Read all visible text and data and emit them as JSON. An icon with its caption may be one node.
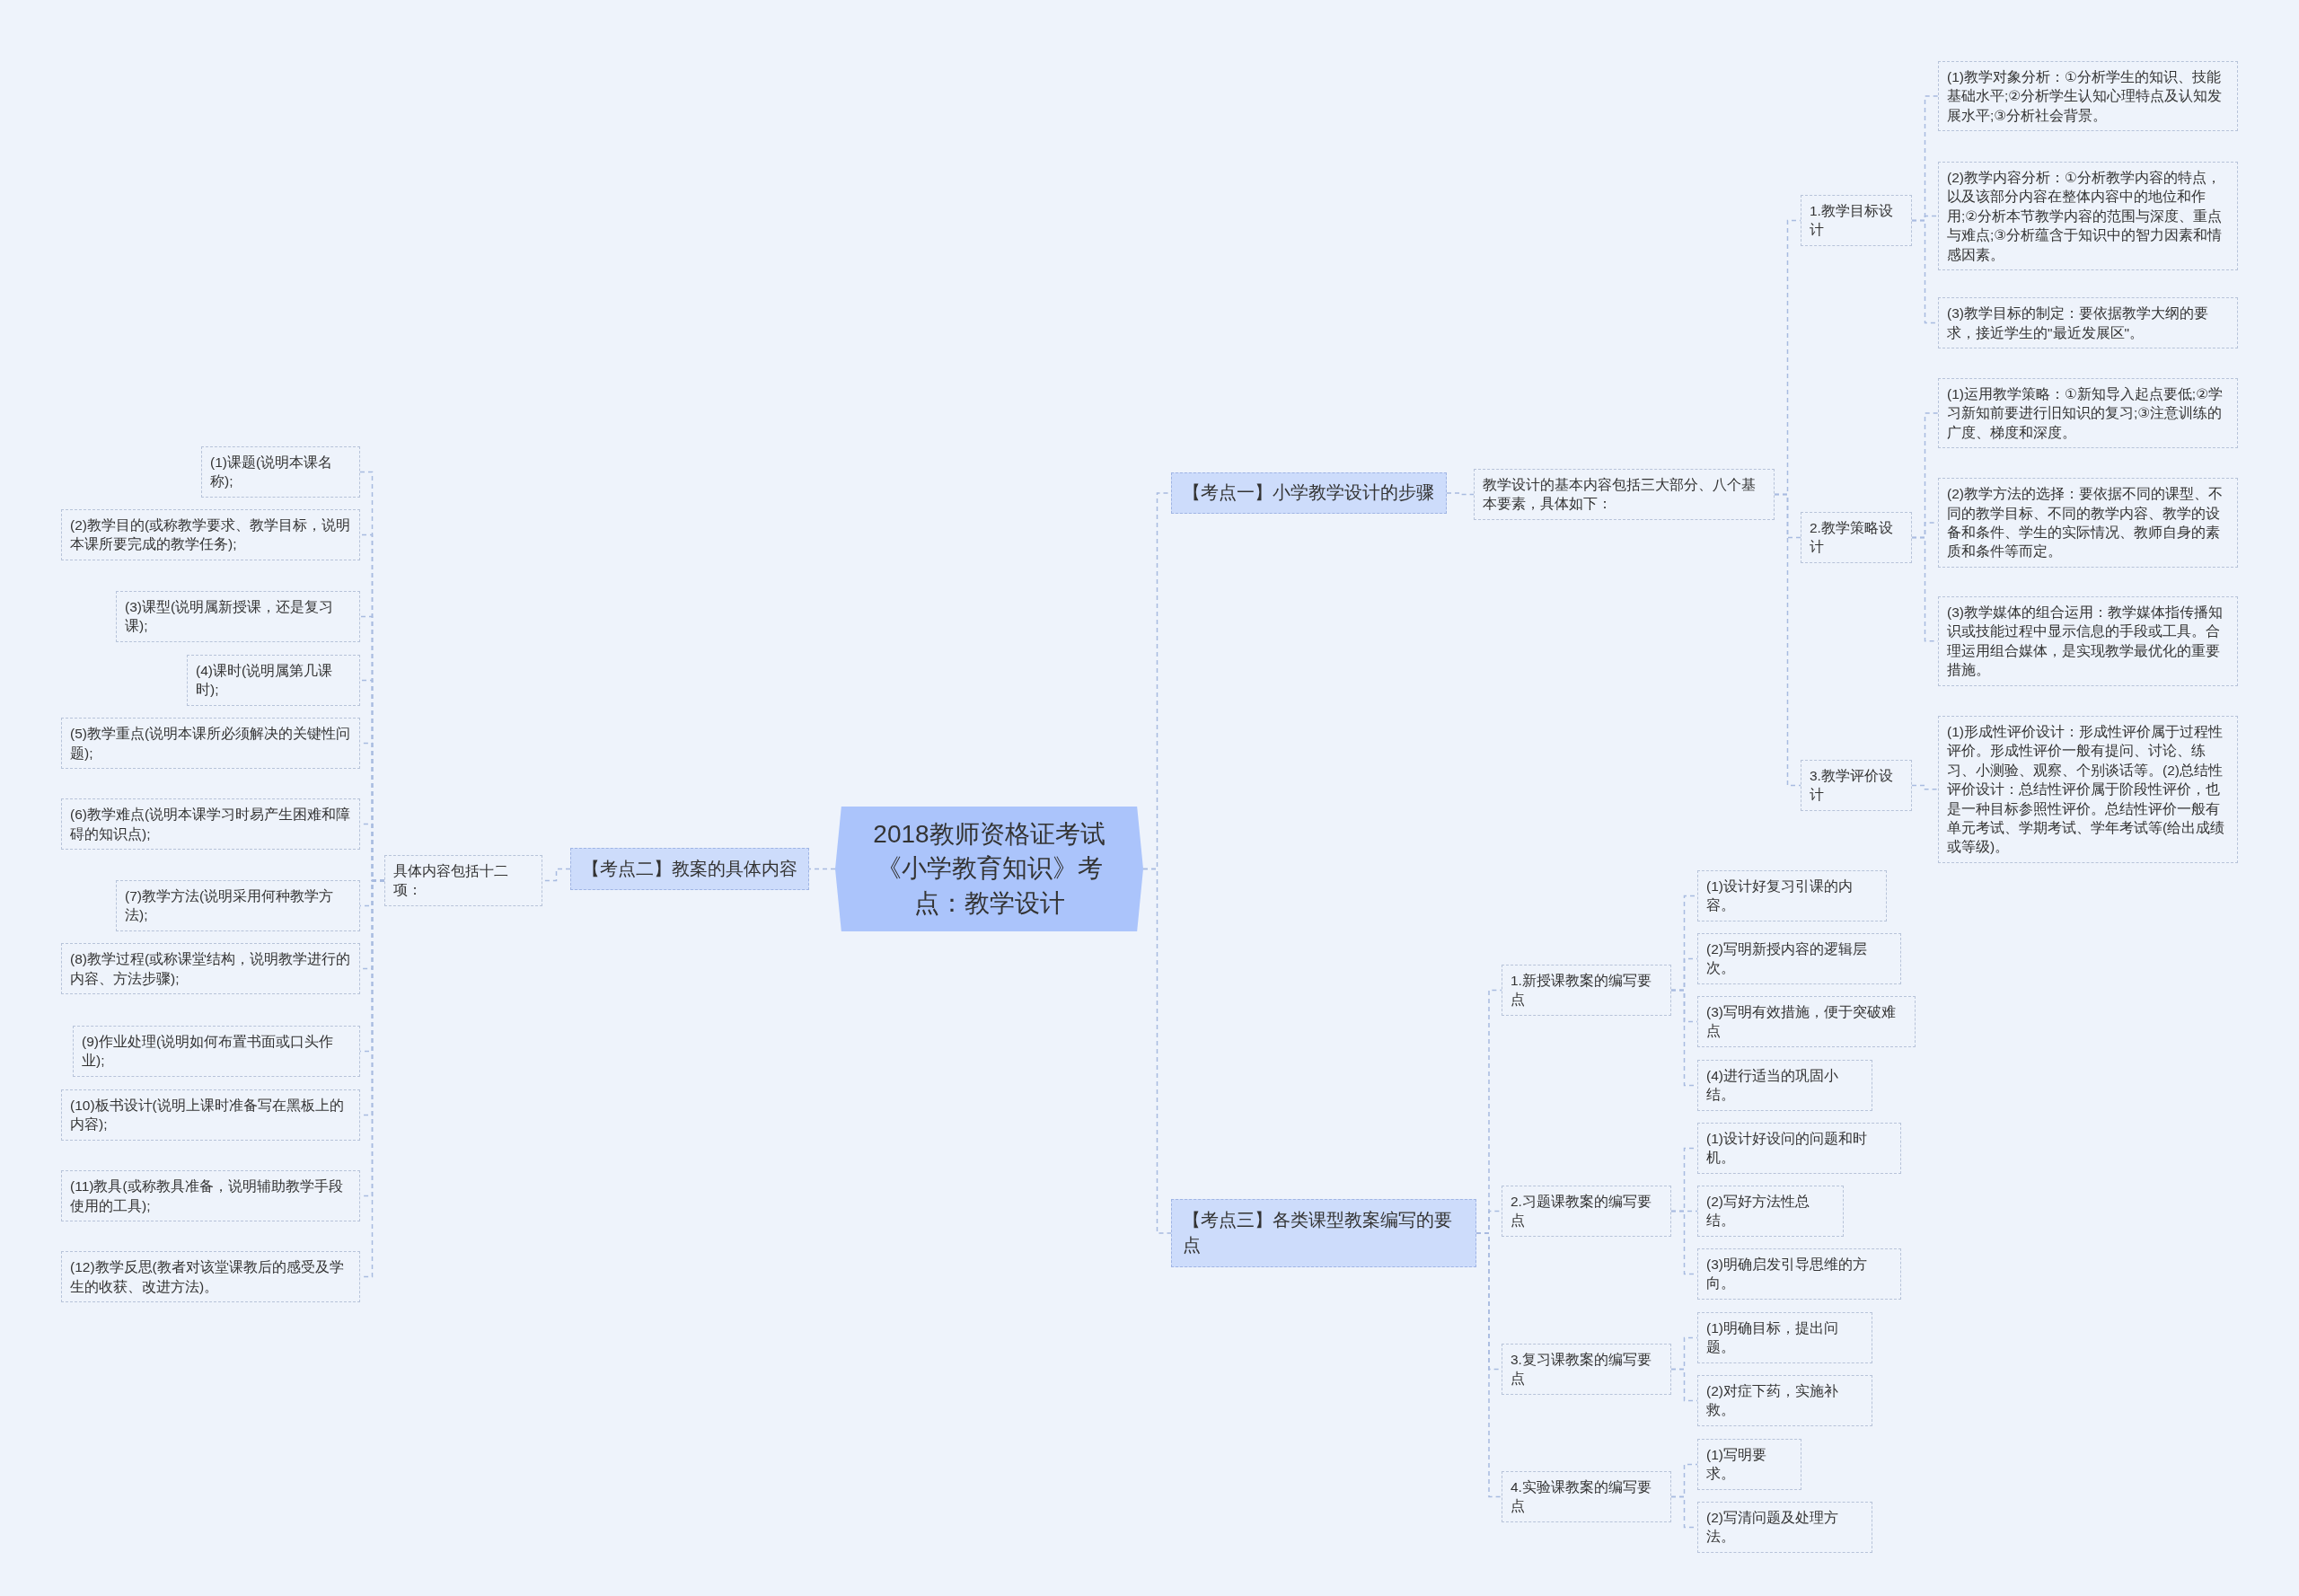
{
  "diagram": {
    "nodes": [
      {
        "text": [
          "2018教师资格证考试《小学教育知识》考点：教学设计"
        ]
      },
      {
        "text": [
          "【考点一】小学教学设计的步骤"
        ]
      },
      {
        "text": [
          "教学设计的基本内容包括三大部分、八个基本要素，具体如下："
        ]
      },
      {
        "text": [
          "1.教学目标设计"
        ]
      },
      {
        "text": [
          "(1)教学对象分析：①分析学生的知识、技能基础水平;②分析学生认知心理特点及认知发展水平;③分析社会背景。"
        ]
      },
      {
        "text": [
          "(2)教学内容分析：①分析教学内容的特点，以及该部分内容在整体内容中的地位和作用;②分析本节教学内容的范围与深度、重点与难点;③分析蕴含于知识中的智力因素和情感因素。"
        ]
      },
      {
        "text": [
          "(3)教学目标的制定：要依据教学大纲的要求，接近学生的\"最近发展区\"。"
        ]
      },
      {
        "text": [
          "2.教学策略设计"
        ]
      },
      {
        "text": [
          "(1)运用教学策略：①新知导入起点要低;②学习新知前要进行旧知识的复习;③注意训练的广度、梯度和深度。"
        ]
      },
      {
        "text": [
          "(2)教学方法的选择：要依据不同的课型、不同的教学目标、不同的教学内容、教学的设备和条件、学生的实际情况、教师自身的素质和条件等而定。"
        ]
      },
      {
        "text": [
          "(3)教学媒体的组合运用：教学媒体指传播知识或技能过程中显示信息的手段或工具。合理运用组合媒体，是实现教学最优化的重要措施。"
        ]
      },
      {
        "text": [
          "3.教学评价设计"
        ]
      },
      {
        "text": [
          "(1)形成性评价设计：形成性评价属于过程性评价。形成性评价一般有提问、讨论、练习、小测验、观察、个别谈话等。(2)总结性评价设计：总结性评价属于阶段性评价，也是一种目标参照性评价。总结性评价一般有单元考试、学期考试、学年考试等(给出成绩或等级)。"
        ]
      },
      {
        "text": [
          "【考点二】教案的具体内容"
        ]
      },
      {
        "text": [
          "具体内容包括十二项："
        ]
      },
      {
        "text": [
          "(1)课题(说明本课名称);"
        ]
      },
      {
        "text": [
          "(2)教学目的(或称教学要求、教学目标，说明本课所要完成的教学任务);"
        ]
      },
      {
        "text": [
          "(3)课型(说明属新授课，还是复习课);"
        ]
      },
      {
        "text": [
          "(4)课时(说明属第几课时);"
        ]
      },
      {
        "text": [
          "(5)教学重点(说明本课所必须解决的关键性问题);"
        ]
      },
      {
        "text": [
          "(6)教学难点(说明本课学习时易产生困难和障碍的知识点);"
        ]
      },
      {
        "text": [
          "(7)教学方法(说明采用何种教学方法);"
        ]
      },
      {
        "text": [
          "(8)教学过程(或称课堂结构，说明教学进行的内容、方法步骤);"
        ]
      },
      {
        "text": [
          "(9)作业处理(说明如何布置书面或口头作业);"
        ]
      },
      {
        "text": [
          "(10)板书设计(说明上课时准备写在黑板上的内容);"
        ]
      },
      {
        "text": [
          "(11)教具(或称教具准备，说明辅助教学手段使用的工具);"
        ]
      },
      {
        "text": [
          "(12)教学反思(教者对该堂课教后的感受及学生的收获、改进方法)。"
        ]
      },
      {
        "text": [
          "【考点三】各类课型教案编写的要点"
        ]
      },
      {
        "text": [
          "1.新授课教案的编写要点"
        ]
      },
      {
        "text": [
          "(1)设计好复习引课的内容。"
        ]
      },
      {
        "text": [
          "(2)写明新授内容的逻辑层次。"
        ]
      },
      {
        "text": [
          "(3)写明有效措施，便于突破难点"
        ]
      },
      {
        "text": [
          "(4)进行适当的巩固小结。"
        ]
      },
      {
        "text": [
          "2.习题课教案的编写要点"
        ]
      },
      {
        "text": [
          "(1)设计好设问的问题和时机。"
        ]
      },
      {
        "text": [
          "(2)写好方法性总结。"
        ]
      },
      {
        "text": [
          "(3)明确启发引导思维的方向。"
        ]
      },
      {
        "text": [
          "3.复习课教案的编写要点"
        ]
      },
      {
        "text": [
          "(1)明确目标，提出问题。"
        ]
      },
      {
        "text": [
          "(2)对症下药，实施补救。"
        ]
      },
      {
        "text": [
          "4.实验课教案的编写要点"
        ]
      },
      {
        "text": [
          "(1)写明要求。"
        ]
      },
      {
        "text": [
          "(2)写清问题及处理方法。"
        ]
      }
    ],
    "edges": [
      {
        "from": 0,
        "to": 1,
        "arrow": "none"
      },
      {
        "from": 1,
        "to": 2,
        "arrow": "none"
      },
      {
        "from": 2,
        "to": 3,
        "arrow": "none"
      },
      {
        "from": 3,
        "to": 4,
        "arrow": "none"
      },
      {
        "from": 3,
        "to": 5,
        "arrow": "none"
      },
      {
        "from": 3,
        "to": 6,
        "arrow": "none"
      },
      {
        "from": 2,
        "to": 7,
        "arrow": "none"
      },
      {
        "from": 7,
        "to": 8,
        "arrow": "none"
      },
      {
        "from": 7,
        "to": 9,
        "arrow": "none"
      },
      {
        "from": 7,
        "to": 10,
        "arrow": "none"
      },
      {
        "from": 2,
        "to": 11,
        "arrow": "none"
      },
      {
        "from": 11,
        "to": 12,
        "arrow": "none"
      },
      {
        "from": 0,
        "to": 13,
        "arrow": "none"
      },
      {
        "from": 13,
        "to": 14,
        "arrow": "none"
      },
      {
        "from": 14,
        "to": 15,
        "arrow": "none"
      },
      {
        "from": 14,
        "to": 16,
        "arrow": "none"
      },
      {
        "from": 14,
        "to": 17,
        "arrow": "none"
      },
      {
        "from": 14,
        "to": 18,
        "arrow": "none"
      },
      {
        "from": 14,
        "to": 19,
        "arrow": "none"
      },
      {
        "from": 14,
        "to": 20,
        "arrow": "none"
      },
      {
        "from": 14,
        "to": 21,
        "arrow": "none"
      },
      {
        "from": 14,
        "to": 22,
        "arrow": "none"
      },
      {
        "from": 14,
        "to": 23,
        "arrow": "none"
      },
      {
        "from": 14,
        "to": 24,
        "arrow": "none"
      },
      {
        "from": 14,
        "to": 25,
        "arrow": "none"
      },
      {
        "from": 14,
        "to": 26,
        "arrow": "none"
      },
      {
        "from": 0,
        "to": 27,
        "arrow": "none"
      },
      {
        "from": 27,
        "to": 28,
        "arrow": "none"
      },
      {
        "from": 28,
        "to": 29,
        "arrow": "none"
      },
      {
        "from": 28,
        "to": 30,
        "arrow": "none"
      },
      {
        "from": 28,
        "to": 31,
        "arrow": "none"
      },
      {
        "from": 28,
        "to": 32,
        "arrow": "none"
      },
      {
        "from": 27,
        "to": 33,
        "arrow": "none"
      },
      {
        "from": 33,
        "to": 34,
        "arrow": "none"
      },
      {
        "from": 33,
        "to": 35,
        "arrow": "none"
      },
      {
        "from": 33,
        "to": 36,
        "arrow": "none"
      },
      {
        "from": 27,
        "to": 37,
        "arrow": "none"
      },
      {
        "from": 37,
        "to": 38,
        "arrow": "none"
      },
      {
        "from": 37,
        "to": 39,
        "arrow": "none"
      },
      {
        "from": 27,
        "to": 40,
        "arrow": "none"
      },
      {
        "from": 40,
        "to": 41,
        "arrow": "none"
      },
      {
        "from": 40,
        "to": 42,
        "arrow": "none"
      }
    ]
  }
}
